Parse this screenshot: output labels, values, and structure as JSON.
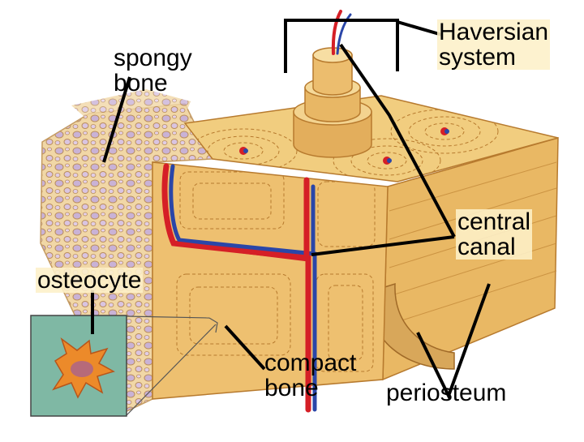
{
  "labels": {
    "spongy_bone": [
      "spongy",
      "bone"
    ],
    "haversian_system": [
      "Haversian",
      "system"
    ],
    "central_canal": [
      "central",
      "canal"
    ],
    "osteocyte": "osteocyte",
    "compact_bone": [
      "compact",
      "bone"
    ],
    "periosteum": "periosteum"
  },
  "colors": {
    "bone": "#e6b65a",
    "bone_light": "#f1cd7f",
    "lamella_line": "#b77a2e",
    "artery": "#d51f26",
    "vein": "#2a46a8",
    "spongy_cavity": "#c9b2d6",
    "osteocyte_bg": "#7fb8a4",
    "osteocyte_cell": "#ec8a2a",
    "leader_line": "#000000"
  }
}
